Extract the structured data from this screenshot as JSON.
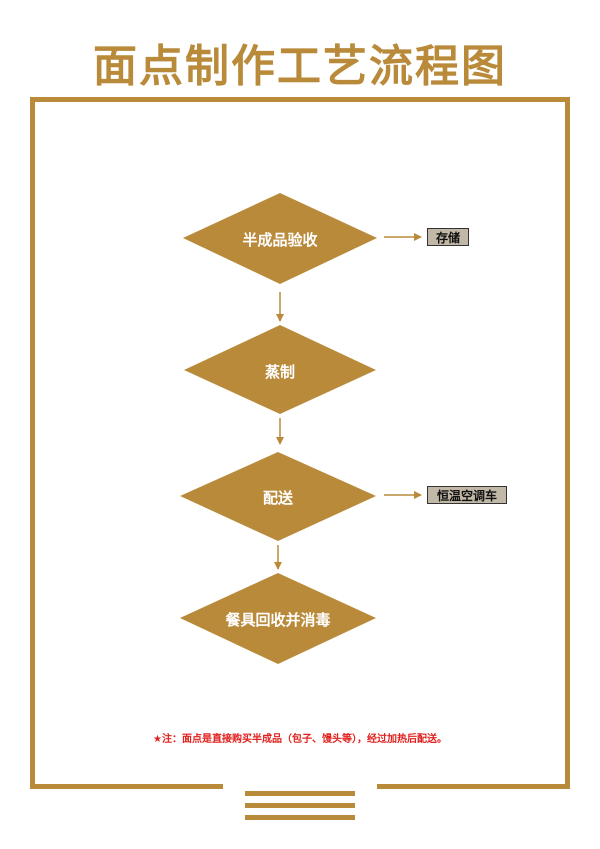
{
  "title": "面点制作工艺流程图",
  "nodes": [
    {
      "label": "半成品验收"
    },
    {
      "label": "蒸制"
    },
    {
      "label": "配送"
    },
    {
      "label": "餐具回收并消毒"
    }
  ],
  "side_boxes": [
    {
      "label": "存储"
    },
    {
      "label": "恒温空调车"
    }
  ],
  "note": "★注：面点是直接购买半成品（包子、馒头等），经过加热后配送。",
  "colors": {
    "accent": "#b98a3a",
    "side_box_fill": "#c2b8a8",
    "note_red": "#e0201c"
  }
}
